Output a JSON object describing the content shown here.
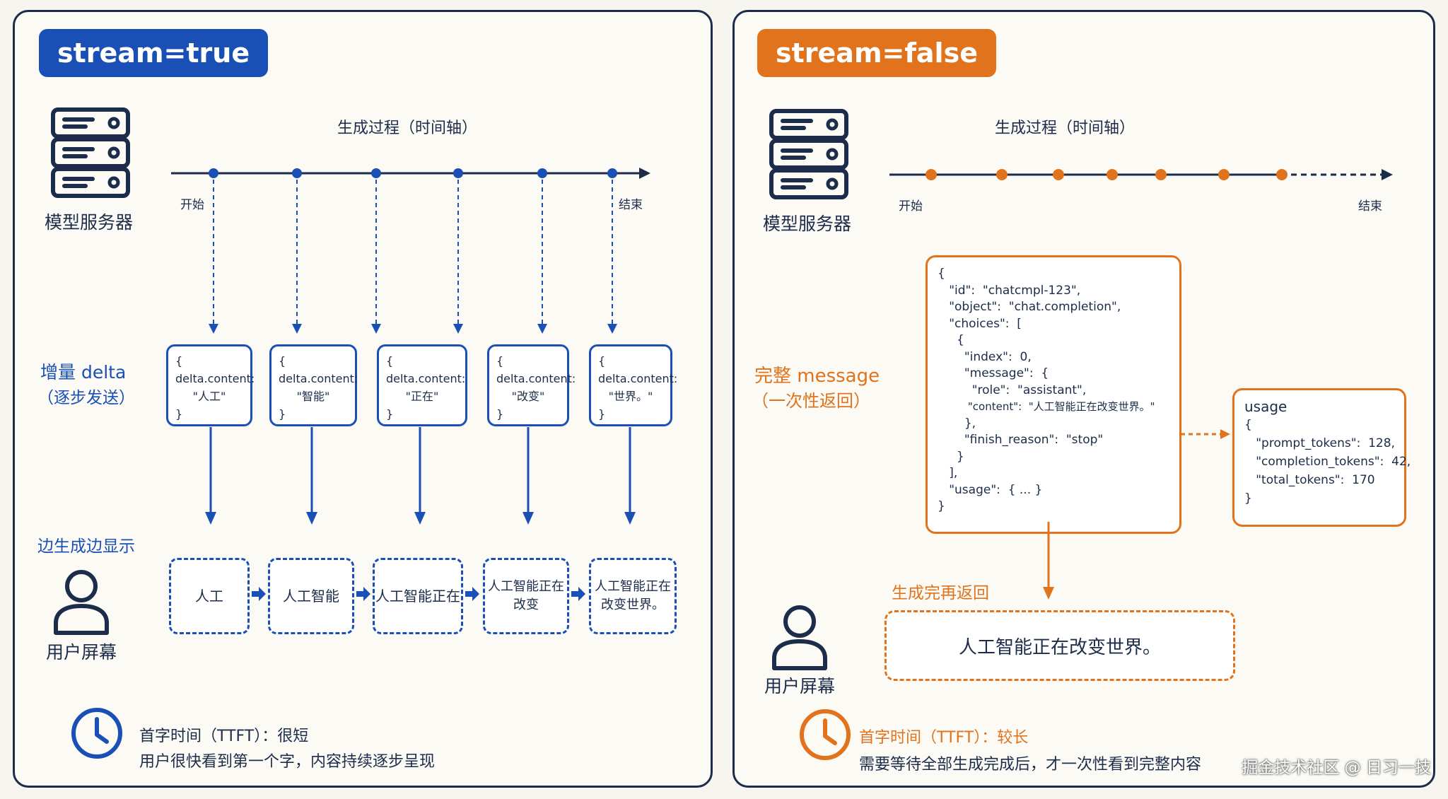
{
  "left": {
    "title": "stream=true",
    "server_label": "模型服务器",
    "timeline_title": "生成过程（时间轴）",
    "start_label": "开始",
    "end_label": "结束",
    "delta_label_line1": "增量 delta",
    "delta_label_line2": "（逐步发送）",
    "display_label": "边生成边显示",
    "screen_label": "用户屏幕",
    "delta_key": "delta.content:",
    "deltas": [
      "\"人工\"",
      "\"智能\"",
      "\"正在\"",
      "\"改变\"",
      "\"世界。\""
    ],
    "screens": [
      {
        "line1": "人工",
        "line2": ""
      },
      {
        "line1": "人工智能",
        "line2": ""
      },
      {
        "line1": "人工智能正在",
        "line2": ""
      },
      {
        "line1": "人工智能正在",
        "line2": "改变"
      },
      {
        "line1": "人工智能正在",
        "line2": "改变世界。"
      }
    ],
    "ttft_title": "首字时间（TTFT）：很短",
    "ttft_desc": "用户很快看到第一个字，内容持续逐步呈现",
    "accent_color": "#1a4fb5"
  },
  "right": {
    "title": "stream=false",
    "server_label": "模型服务器",
    "timeline_title": "生成过程（时间轴）",
    "start_label": "开始",
    "end_label": "结束",
    "message_label_line1": "完整 message",
    "message_label_line2": "（一次性返回）",
    "json_lines": [
      "{",
      "   \"id\":  \"chatcmpl-123\",",
      "   \"object\":  \"chat.completion\",",
      "   \"choices\":  [",
      "     {",
      "       \"index\":  0,",
      "       \"message\":  {",
      "         \"role\":  \"assistant\",",
      "         \"content\":  \"人工智能正在改变世界。\"",
      "       },",
      "       \"finish_reason\":  \"stop\"",
      "     }",
      "   ],",
      "   \"usage\":  { ... }",
      "}"
    ],
    "usage_lines": [
      "usage",
      "{",
      "   \"prompt_tokens\":  128,",
      "   \"completion_tokens\":  42,",
      "   \"total_tokens\":  170",
      "}"
    ],
    "return_label": "生成完再返回",
    "final_text": "人工智能正在改变世界。",
    "screen_label": "用户屏幕",
    "ttft_title": "首字时间（TTFT）：较长",
    "ttft_desc": "需要等待全部生成完成后，才一次性看到完整内容",
    "accent_color": "#e0731c"
  },
  "watermark": "掘金技术社区 @ 日习一技"
}
